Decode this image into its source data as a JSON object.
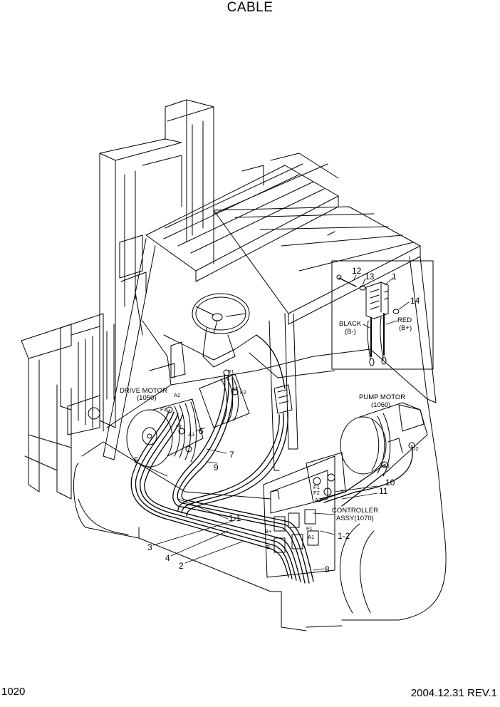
{
  "page": {
    "title": "CABLE",
    "page_number": "1020",
    "revision": "2004.12.31 REV.1"
  },
  "labels": {
    "drive_motor": "DRIVE MOTOR",
    "drive_motor_code": "(1050)",
    "pump_motor": "PUMP MOTOR",
    "pump_motor_code": "(1060)",
    "controller": "CONTROLLER",
    "controller_code": "ASSY(1070)",
    "black": "BLACK",
    "black_sign": "(B-)",
    "red": "RED",
    "red_sign": "(B+)"
  },
  "callouts": {
    "c1": "1",
    "c1_1": "1-1",
    "c1_2": "1-2",
    "c2": "2",
    "c3": "3",
    "c4": "4",
    "c5": "5",
    "c6": "6",
    "c7": "7",
    "c8": "8",
    "c9": "9",
    "c10": "10",
    "c11": "11",
    "c12": "12",
    "c13": "13",
    "c14": "14"
  },
  "terminals": {
    "a1": "A1",
    "a2": "A2",
    "f1": "F1",
    "f2": "F2",
    "d2": "D2",
    "s": "S",
    "b_plus": "B+",
    "b_minus": "B-"
  }
}
